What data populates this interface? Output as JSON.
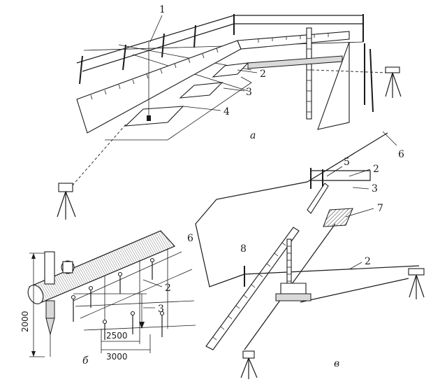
{
  "labels": {
    "n1": "1",
    "n2a": "2",
    "n3a": "3",
    "n4": "4",
    "n5": "5",
    "n2c": "2",
    "n3c": "3",
    "n6top": "6",
    "n7": "7",
    "n6left": "6",
    "n8": "8",
    "n2d": "2",
    "n2b": "2",
    "n3b": "3"
  },
  "captions": {
    "a": "а",
    "b": "б",
    "v": "в"
  },
  "dimensions": {
    "height": "2000",
    "span_inner": "2500",
    "span_outer": "3000"
  }
}
